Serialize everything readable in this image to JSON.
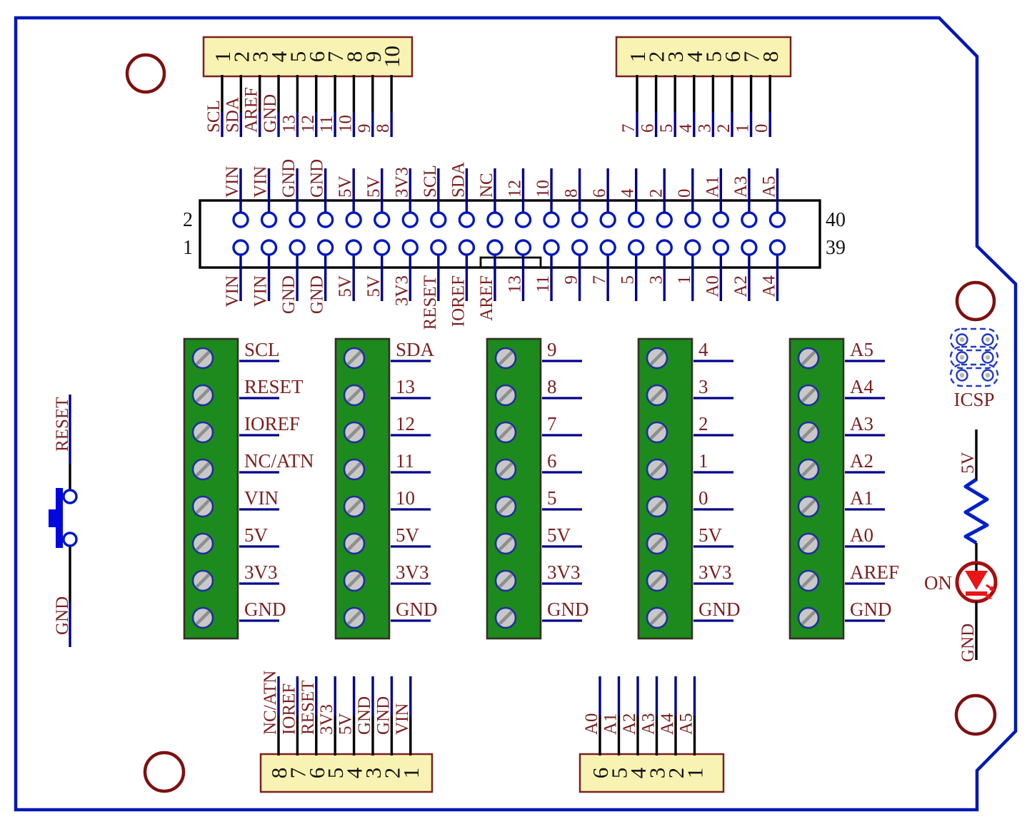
{
  "colors": {
    "board_outline": "#0018b4",
    "wire_navy": "#00008b",
    "wire_black": "#000000",
    "label_maroon": "#7c1f1f",
    "header_fill": "#f8f3b2",
    "header_border": "#7c2020",
    "connector_ring": "#0018c0",
    "block_green": "#1d8a1d",
    "block_border": "#333026",
    "screw_gray": "#c8c8c8",
    "screw_ring": "#1f2f9c",
    "icsp_blue": "#2038c8",
    "resistor_blue": "#0020cc",
    "button_blue": "#0008e0",
    "led_red": "#ea1515",
    "led_ring": "#a50f0f",
    "hole_ring": "#7e1010"
  },
  "top_left_header": {
    "pin_numbers": [
      "1",
      "2",
      "3",
      "4",
      "5",
      "6",
      "7",
      "8",
      "9",
      "10"
    ],
    "signals": [
      "SCL",
      "SDA",
      "AREF",
      "GND",
      "13",
      "12",
      "11",
      "10",
      "9",
      "8"
    ]
  },
  "top_right_header": {
    "pin_numbers": [
      "1",
      "2",
      "3",
      "4",
      "5",
      "6",
      "7",
      "8"
    ],
    "signals": [
      "7",
      "6",
      "5",
      "4",
      "3",
      "2",
      "1",
      "0"
    ]
  },
  "main_connector": {
    "row_top": {
      "left_pin": "2",
      "right_pin": "40",
      "signals": [
        "VIN",
        "VIN",
        "GND",
        "GND",
        "5V",
        "5V",
        "3V3",
        "SCL",
        "SDA",
        "NC",
        "12",
        "10",
        "8",
        "6",
        "4",
        "2",
        "0",
        "A1",
        "A3",
        "A5"
      ]
    },
    "row_bottom": {
      "left_pin": "1",
      "right_pin": "39",
      "signals": [
        "VIN",
        "VIN",
        "GND",
        "GND",
        "5V",
        "5V",
        "3V3",
        "RESET",
        "IOREF",
        "AREF",
        "13",
        "11",
        "9",
        "7",
        "5",
        "3",
        "1",
        "A0",
        "A2",
        "A4"
      ]
    }
  },
  "terminal_blocks": [
    {
      "labels": [
        "SCL",
        "RESET",
        "IOREF",
        "NC/ATN",
        "VIN",
        "5V",
        "3V3",
        "GND"
      ]
    },
    {
      "labels": [
        "SDA",
        "13",
        "12",
        "11",
        "10",
        "5V",
        "3V3",
        "GND"
      ]
    },
    {
      "labels": [
        "9",
        "8",
        "7",
        "6",
        "5",
        "5V",
        "3V3",
        "GND"
      ]
    },
    {
      "labels": [
        "4",
        "3",
        "2",
        "1",
        "0",
        "5V",
        "3V3",
        "GND"
      ]
    },
    {
      "labels": [
        "A5",
        "A4",
        "A3",
        "A2",
        "A1",
        "A0",
        "AREF",
        "GND"
      ]
    }
  ],
  "reset_button": {
    "labels": {
      "top": "RESET",
      "bottom": "GND"
    }
  },
  "icsp_header": {
    "label": "ICSP"
  },
  "led_circuit": {
    "top_label": "5V",
    "on_label": "ON",
    "bottom_label": "GND"
  },
  "bottom_left_header": {
    "pin_numbers": [
      "8",
      "7",
      "6",
      "5",
      "4",
      "3",
      "2",
      "1"
    ],
    "signals": [
      "NC/ATN",
      "IOREF",
      "RESET",
      "3V3",
      "5V",
      "GND",
      "GND",
      "VIN"
    ]
  },
  "bottom_right_header": {
    "pin_numbers": [
      "6",
      "5",
      "4",
      "3",
      "2",
      "1"
    ],
    "signals": [
      "A0",
      "A1",
      "A2",
      "A3",
      "A4",
      "A5"
    ]
  }
}
